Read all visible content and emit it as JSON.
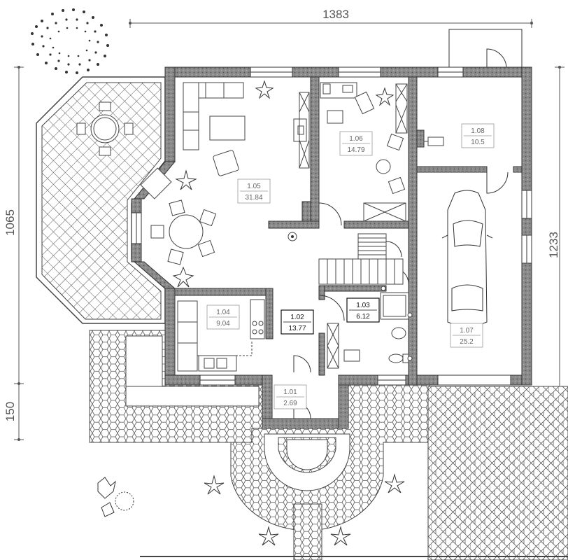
{
  "dimensions": {
    "top": "1383",
    "left_main": "1065",
    "left_porch": "150",
    "right": "1233"
  },
  "rooms": [
    {
      "id": "1.01",
      "area": "2.69"
    },
    {
      "id": "1.02",
      "area": "13.77"
    },
    {
      "id": "1.03",
      "area": "6.12"
    },
    {
      "id": "1.04",
      "area": "9.04"
    },
    {
      "id": "1.05",
      "area": "31.84"
    },
    {
      "id": "1.06",
      "area": "14.79"
    },
    {
      "id": "1.07",
      "area": "25.2"
    },
    {
      "id": "1.08",
      "area": "10.5"
    }
  ]
}
